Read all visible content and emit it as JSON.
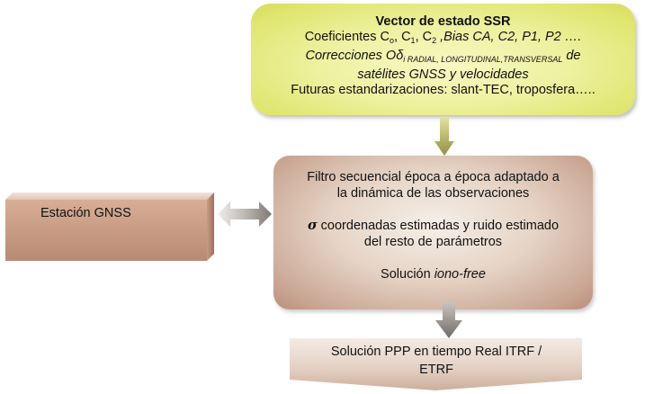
{
  "ssr_box": {
    "title": "Vector de estado SSR",
    "coef_prefix": "Coeficientes C",
    "coef_sub0": "o",
    "coef_c1": ", C",
    "coef_sub1": "1",
    "coef_c2": ", C",
    "coef_sub2": "2",
    "coef_bias": " ,Bias CA,  C2,  P1,  P2 ….",
    "corr_prefix": "Correcciones Oδ",
    "corr_i": "i",
    "corr_components": " RADIAL,  LONGITUDINAL,TRANSVERSAL",
    "corr_suffix": "  de",
    "line3": "satélites GNSS y velocidades",
    "line4": "Futuras estandarizaciones: slant-TEC, troposfera…..",
    "color": "#e3e878"
  },
  "filter_box": {
    "line1": "Filtro secuencial época a época adaptado  a",
    "line2": "la dinámica de las observaciones",
    "sigma": "σ",
    "line3_rest": " coordenadas estimadas y ruido estimado",
    "line4": "del resto de parámetros",
    "solution_prefix": "Solución ",
    "solution_italic": "iono-free",
    "color": "#d9bcaa"
  },
  "station": {
    "label": "Estación GNSS",
    "color": "#c79a82"
  },
  "solution": {
    "line1": "Solución PPP en tiempo Real  ITRF /",
    "line2": "ETRF",
    "color": "#e2cfc3"
  },
  "arrows": {
    "top_color": "#9a9a4e",
    "double_color": "#8f8a86",
    "bottom_color": "#8f8a86"
  }
}
